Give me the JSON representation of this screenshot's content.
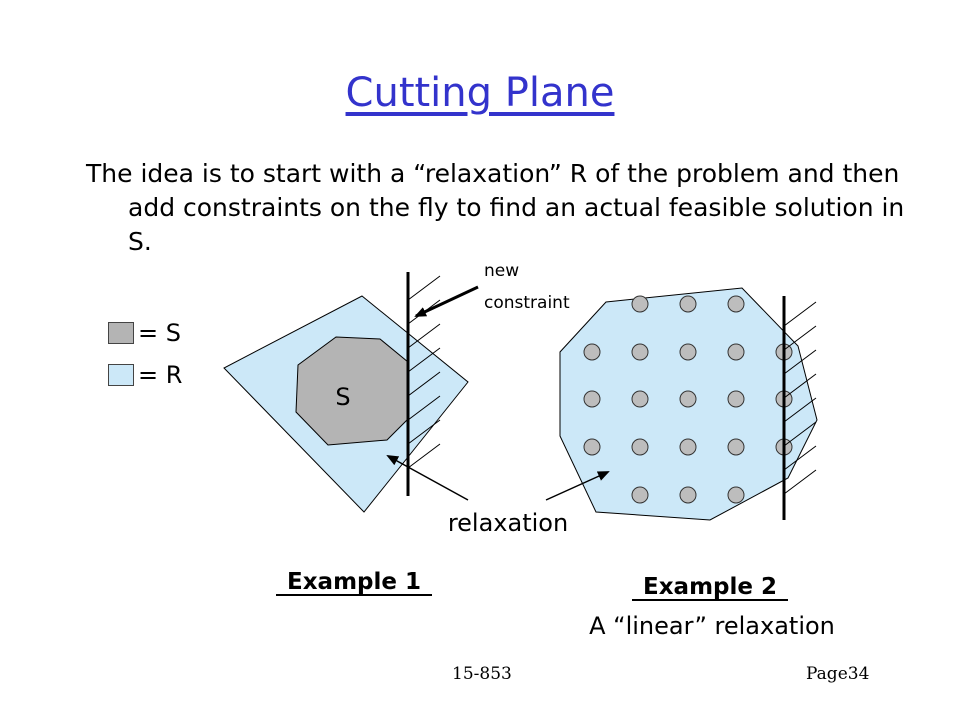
{
  "slide": {
    "title": "Cutting Plane",
    "body": "The idea is to start with a “relaxation” R of the problem and then add constraints on the fly to find an actual feasible solution in S."
  },
  "legend": {
    "items": [
      {
        "label": "= S",
        "color": "#b4b4b4"
      },
      {
        "label": "= R",
        "color": "#cce8f8"
      }
    ]
  },
  "diagram": {
    "s_label": "S",
    "new_constraint_line1": "new",
    "new_constraint_line2": "constraint",
    "relaxation_label": "relaxation",
    "example1_label": "Example 1",
    "example2_label": "Example 2",
    "example2_caption": "A “linear” relaxation"
  },
  "colors": {
    "title": "#3333cc",
    "relaxation_fill": "#cce8f8",
    "s_fill": "#b4b4b4",
    "point_fill": "#bdbdbd"
  },
  "footer": {
    "course": "15-853",
    "page": "Page34"
  }
}
